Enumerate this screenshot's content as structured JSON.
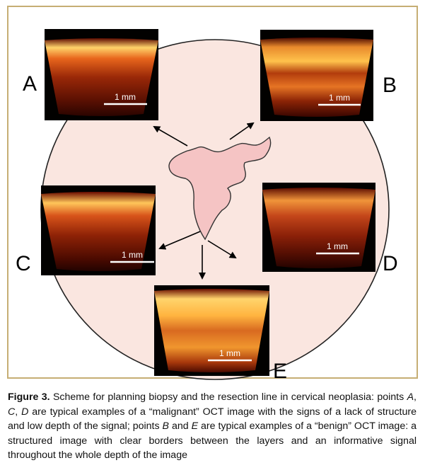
{
  "figure": {
    "scale_bar_label": "1 mm",
    "points": [
      {
        "id": "A",
        "label": "A",
        "type": "malignant"
      },
      {
        "id": "B",
        "label": "B",
        "type": "benign"
      },
      {
        "id": "C",
        "label": "C",
        "type": "malignant"
      },
      {
        "id": "D",
        "label": "D",
        "type": "malignant"
      },
      {
        "id": "E",
        "label": "E",
        "type": "benign"
      }
    ],
    "colors": {
      "cervix_fill": "#fae6e0",
      "lesion_fill": "#f5c4c4",
      "frame_border": "#c6ae74",
      "oct_dark": "#2a0400",
      "oct_bright": "#ffd060"
    }
  },
  "caption": {
    "label": "Figure 3.",
    "t1": " Scheme for planning biopsy and the resection line in cervical neoplasia: points ",
    "pA": "A",
    "c1": ", ",
    "pC": "C",
    "c2": ", ",
    "pD": "D",
    "t2": " are typical examples of a “malignant” OCT image with the signs of a lack of structure and low depth of the signal; points ",
    "pB": "B",
    "t3": " and ",
    "pE": "E",
    "t4": " are typical examples of a “benign” OCT image: a structured image with clear borders between the layers and an informative signal throughout the whole depth of the image"
  }
}
